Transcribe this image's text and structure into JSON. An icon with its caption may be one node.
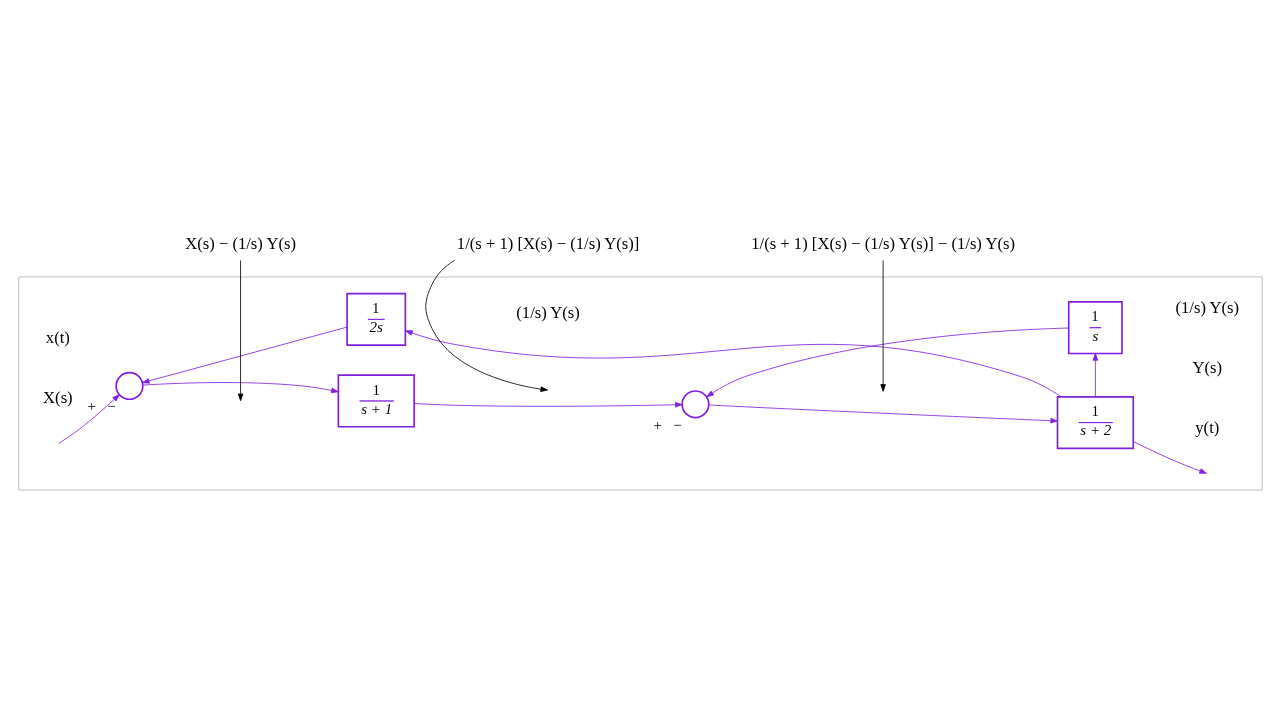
{
  "diagram": {
    "nodes": [
      {
        "text": [],
        "shape": "box"
      },
      {
        "text": [],
        "shape": "circle",
        "in": 0,
        "beside": [
          "+",
          "−"
        ]
      },
      {
        "text": [
          "1",
          "s + 1"
        ],
        "in": 0
      },
      {
        "text": [],
        "shape": "circle",
        "in": 0,
        "beside": [
          "+",
          "−"
        ]
      },
      {
        "text": [
          "1",
          "s + 2"
        ],
        "in": 0
      },
      {
        "text": [
          "1",
          "s"
        ],
        "in": 0
      },
      {
        "text": [
          "1",
          "2s"
        ],
        "in": 0
      },
      {
        "text": [
          "1/(s + 1) [X(s) − (1/s) Y(s)]"
        ]
      },
      {
        "text": [
          "X(s) − (1/s) Y(s)"
        ]
      },
      {
        "text": [
          "1/(s + 1) [X(s) − (1/s) Y(s)] − (1/s) Y(s)"
        ]
      }
    ],
    "edges": [
      {
        "from": null,
        "to": 1,
        "arrow": "to"
      },
      {
        "from": 1,
        "to": 2,
        "arrow": "to"
      },
      {
        "from": 2,
        "to": 3,
        "arrow": "to"
      },
      {
        "from": 3,
        "to": 4,
        "arrow": "to"
      },
      {
        "from": 4,
        "to": null,
        "arrow": "to"
      },
      {
        "from": 4,
        "to": 5,
        "arrow": "to"
      },
      {
        "from": 5,
        "to": 3,
        "arrow": "to"
      },
      {
        "from": 4,
        "to": 6,
        "arrow": "to"
      },
      {
        "from": 6,
        "to": 1,
        "arrow": "to"
      },
      {
        "from": 7,
        "to": null,
        "arrow": "to",
        "color": "#000000"
      },
      {
        "from": 8,
        "to": null,
        "arrow": "to",
        "color": "#000000"
      },
      {
        "from": 9,
        "to": null,
        "arrow": "to",
        "color": "#000000"
      }
    ],
    "labels": [
      "x(t)",
      "X(s)",
      "(1/s) Y(s)",
      "(1/s) Y(s)",
      "y(t)",
      "Y(s)"
    ]
  }
}
